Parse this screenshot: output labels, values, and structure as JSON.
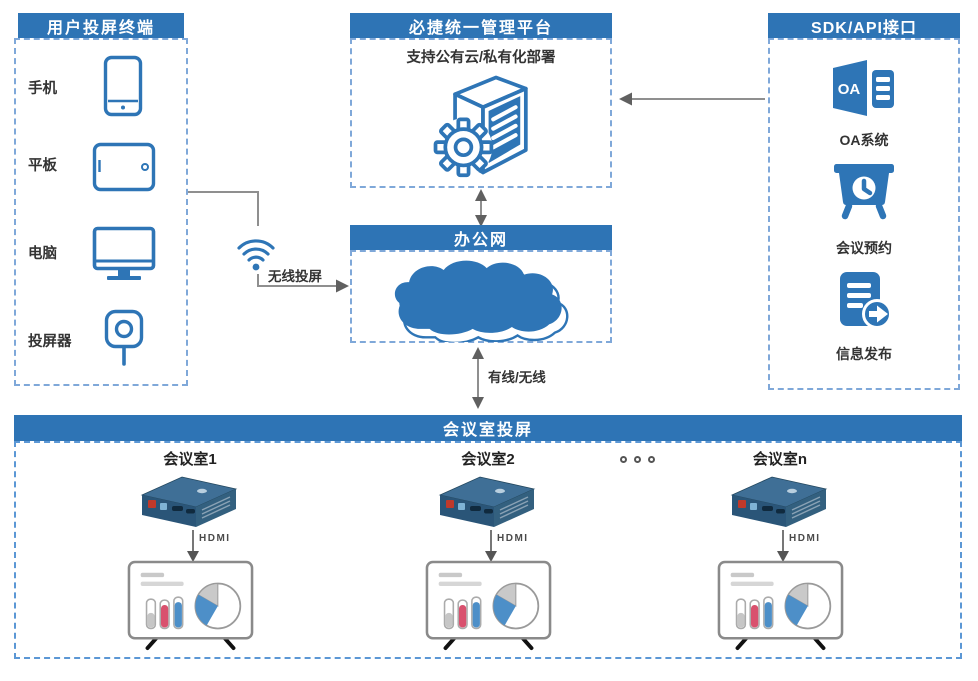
{
  "colors": {
    "header_blue": "#2e74b5",
    "icon_blue": "#2e75b6",
    "dash_border_blue": "#7fa8d9",
    "arrow_gray": "#8f8f8f",
    "arrowhead_gray": "#606060",
    "text_dark": "#333333",
    "device_top": "#3f6f96",
    "device_front": "#2a5578",
    "chart_bar_gray": "#c6c6c6",
    "chart_bar_red": "#d9516e",
    "chart_bar_blue": "#4d8fc8"
  },
  "left_panel": {
    "title": "用户投屏终端",
    "items": [
      {
        "label": "手机",
        "icon": "phone-icon"
      },
      {
        "label": "平板",
        "icon": "tablet-icon"
      },
      {
        "label": "电脑",
        "icon": "desktop-icon"
      },
      {
        "label": "投屏器",
        "icon": "dongle-icon"
      }
    ]
  },
  "platform": {
    "title": "必捷统一管理平台",
    "subtitle": "支持公有云/私有化部署",
    "icon": "server-gear-icon"
  },
  "sdk_panel": {
    "title": "SDK/API接口",
    "items": [
      {
        "label": "OA系统",
        "icon": "oa-system-icon"
      },
      {
        "label": "会议预约",
        "icon": "meeting-booking-icon"
      },
      {
        "label": "信息发布",
        "icon": "info-publish-icon"
      }
    ]
  },
  "office_network": {
    "title": "办公网",
    "icon": "cloud-icon"
  },
  "connections": {
    "wireless_cast_label": "无线投屏",
    "wired_wireless_label": "有线/无线"
  },
  "meeting_section": {
    "title": "会议室投屏",
    "ellipsis": "。。。",
    "rooms": [
      {
        "label": "会议室1",
        "hdmi_label": "HDMI"
      },
      {
        "label": "会议室2",
        "hdmi_label": "HDMI"
      },
      {
        "label": "会议室n",
        "hdmi_label": "HDMI"
      }
    ]
  }
}
